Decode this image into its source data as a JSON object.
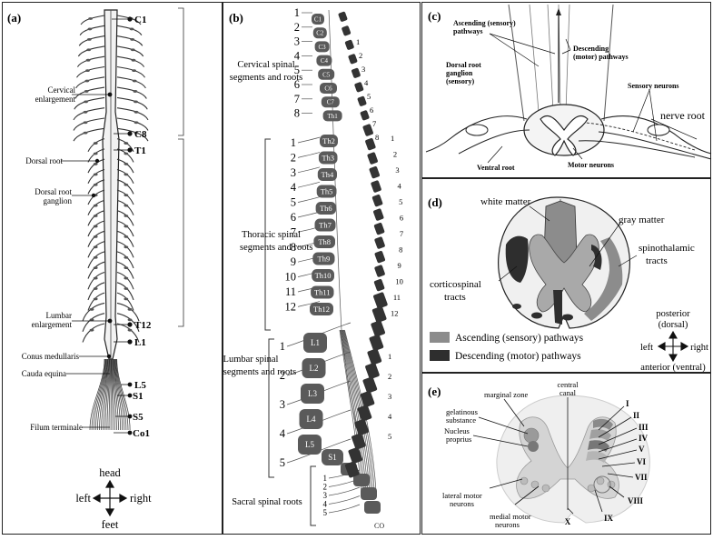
{
  "panel_a": {
    "tag": "(a)",
    "labels": {
      "c1": "C1",
      "cervical": "Cervical",
      "enlargement": "enlargement",
      "c8": "C8",
      "t1": "T1",
      "dorsal_root": "Dorsal root",
      "drg1": "Dorsal root",
      "drg2": "ganglion",
      "lumbar": "Lumbar",
      "lumbar_enl": "enlargement",
      "t12": "T12",
      "l1": "L1",
      "conus": "Conus medullaris",
      "cauda": "Cauda equina",
      "l5": "L5",
      "s1": "S1",
      "s5": "S5",
      "filum": "Filum terminale",
      "co1": "Co1"
    },
    "compass": {
      "head": "head",
      "left": "left",
      "right": "right",
      "feet": "feet"
    }
  },
  "panel_b": {
    "tag": "(b)",
    "cervical_label": [
      "Cervical spinal",
      "segments and roots"
    ],
    "thoracic_label": [
      "Thoracic spinal",
      "segments and roots"
    ],
    "lumbar_label": [
      "Lumbar spinal",
      "segments and roots"
    ],
    "sacral_label": "Sacral spinal roots",
    "cervical_numbers": [
      "1",
      "2",
      "3",
      "4",
      "5",
      "6",
      "7",
      "8"
    ],
    "thoracic_numbers": [
      "1",
      "2",
      "3",
      "4",
      "5",
      "6",
      "7",
      "8",
      "9",
      "10",
      "11",
      "12"
    ],
    "lumbar_numbers": [
      "1",
      "2",
      "3",
      "4",
      "5"
    ],
    "sacral_numbers": [
      "1",
      "2",
      "3",
      "4",
      "5"
    ],
    "cervical_vertebrae": [
      "C1",
      "C2",
      "C3",
      "C4",
      "C5",
      "C6",
      "C7",
      "Th1"
    ],
    "thoracic_vertebrae": [
      "Th2",
      "Th3",
      "Th4",
      "Th5",
      "Th6",
      "Th7",
      "Th8",
      "Th9",
      "Th10",
      "Th11",
      "Th12"
    ],
    "lumbar_vertebrae": [
      "L1",
      "L2",
      "L3",
      "L4",
      "L5"
    ],
    "sacral_vertebra": "S1",
    "co": "CO"
  },
  "panel_c": {
    "tag": "(c)",
    "ascending": [
      "Ascending (sensory)",
      "pathways"
    ],
    "descending": [
      "Descending",
      "(motor) pathways"
    ],
    "drg": [
      "Dorsal root",
      "ganglion",
      "(sensory)"
    ],
    "sensory_neurons": "Sensory neurons",
    "nerve_root": "nerve root",
    "ventral_root": "Ventral root",
    "motor_neurons": "Motor neurons"
  },
  "panel_d": {
    "tag": "(d)",
    "white_matter": "white matter",
    "gray_matter": "gray matter",
    "spinothalamic": [
      "spinothalamic",
      "tracts"
    ],
    "corticospinal": [
      "corticospinal",
      "tracts"
    ],
    "legend_ascending": "Ascending (sensory) pathways",
    "legend_descending": "Descending (motor) pathways",
    "colors": {
      "ascending": "#8c8c8c",
      "descending": "#2e2e2e",
      "gray_matter": "#a9a9a9",
      "white_matter": "#d9d9d9"
    },
    "compass": {
      "posterior": [
        "posterior",
        "(dorsal)"
      ],
      "left": "left",
      "right": "right",
      "anterior": [
        "anterior",
        "(ventral)"
      ]
    }
  },
  "panel_e": {
    "tag": "(e)",
    "central_canal": [
      "central",
      "canal"
    ],
    "marginal_zone": "marginal zone",
    "gelatinous": [
      "gelatinous",
      "substance"
    ],
    "nucleus": [
      "Nucleus",
      "proprius"
    ],
    "lateral_motor": [
      "lateral motor",
      "neurons"
    ],
    "medial_motor": [
      "medial motor",
      "neurons"
    ],
    "laminae": [
      "I",
      "II",
      "III",
      "IV",
      "V",
      "VI",
      "VII",
      "VIII",
      "IX",
      "X"
    ]
  }
}
